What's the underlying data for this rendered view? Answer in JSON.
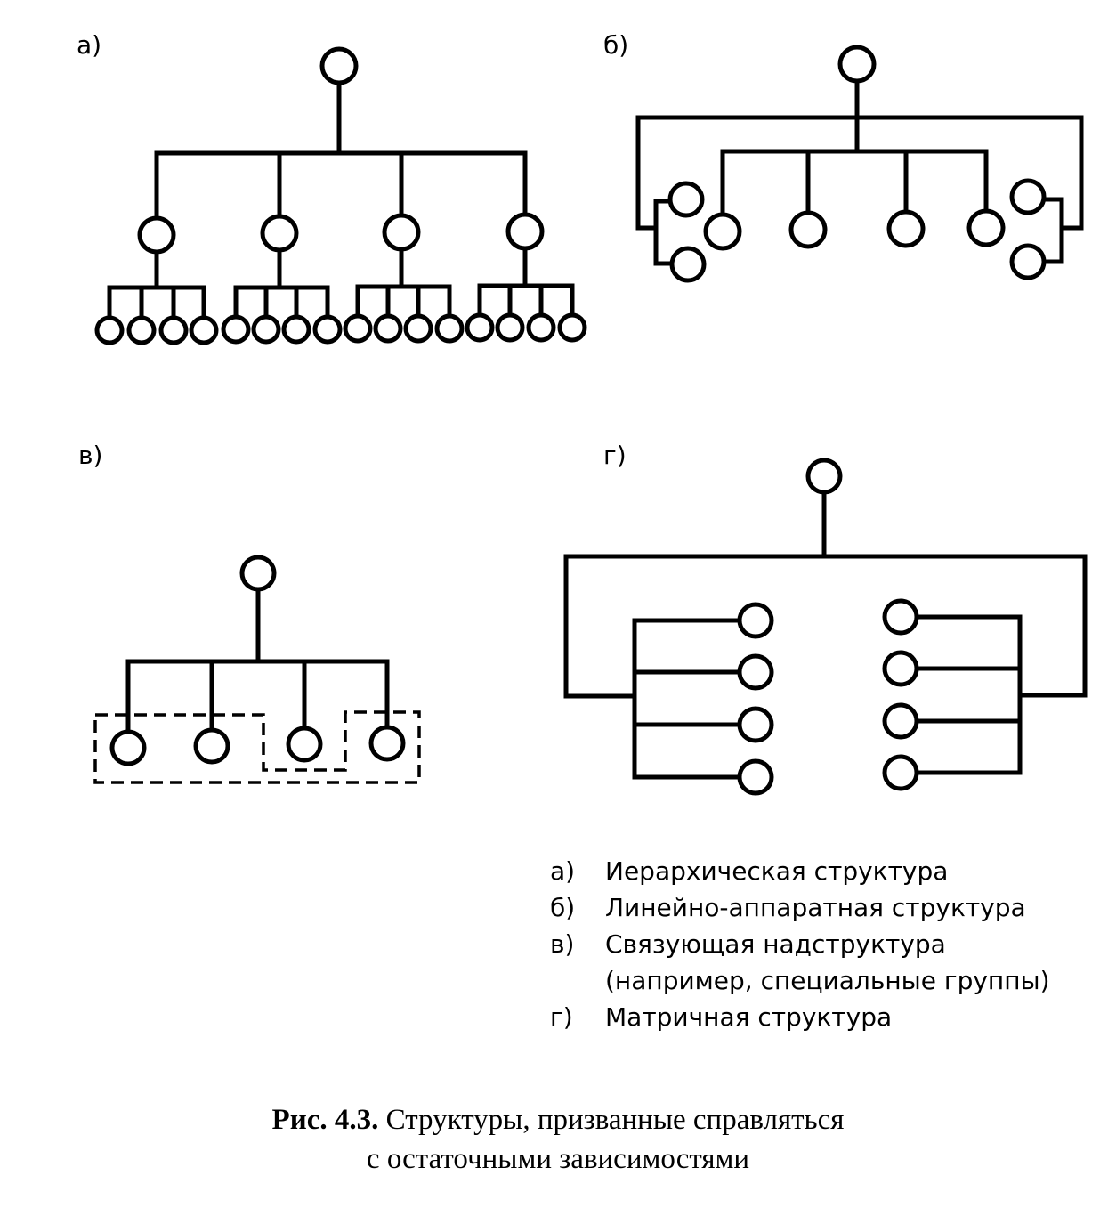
{
  "panels": {
    "a": {
      "label": "а)"
    },
    "b": {
      "label": "б)"
    },
    "v": {
      "label": "в)"
    },
    "g": {
      "label": "г)"
    }
  },
  "legend": [
    {
      "key": "а)",
      "text": "Иерархическая структура"
    },
    {
      "key": "б)",
      "text": "Линейно-аппаратная структура"
    },
    {
      "key": "в)",
      "text": "Связующая надструктура"
    },
    {
      "key": "",
      "text": "(например, специальные группы)"
    },
    {
      "key": "г)",
      "text": "Матричная структура"
    }
  ],
  "caption": {
    "bold": "Рис. 4.3.",
    "line1": " Структуры, призванные справляться",
    "line2": "с остаточными зависимостями"
  }
}
